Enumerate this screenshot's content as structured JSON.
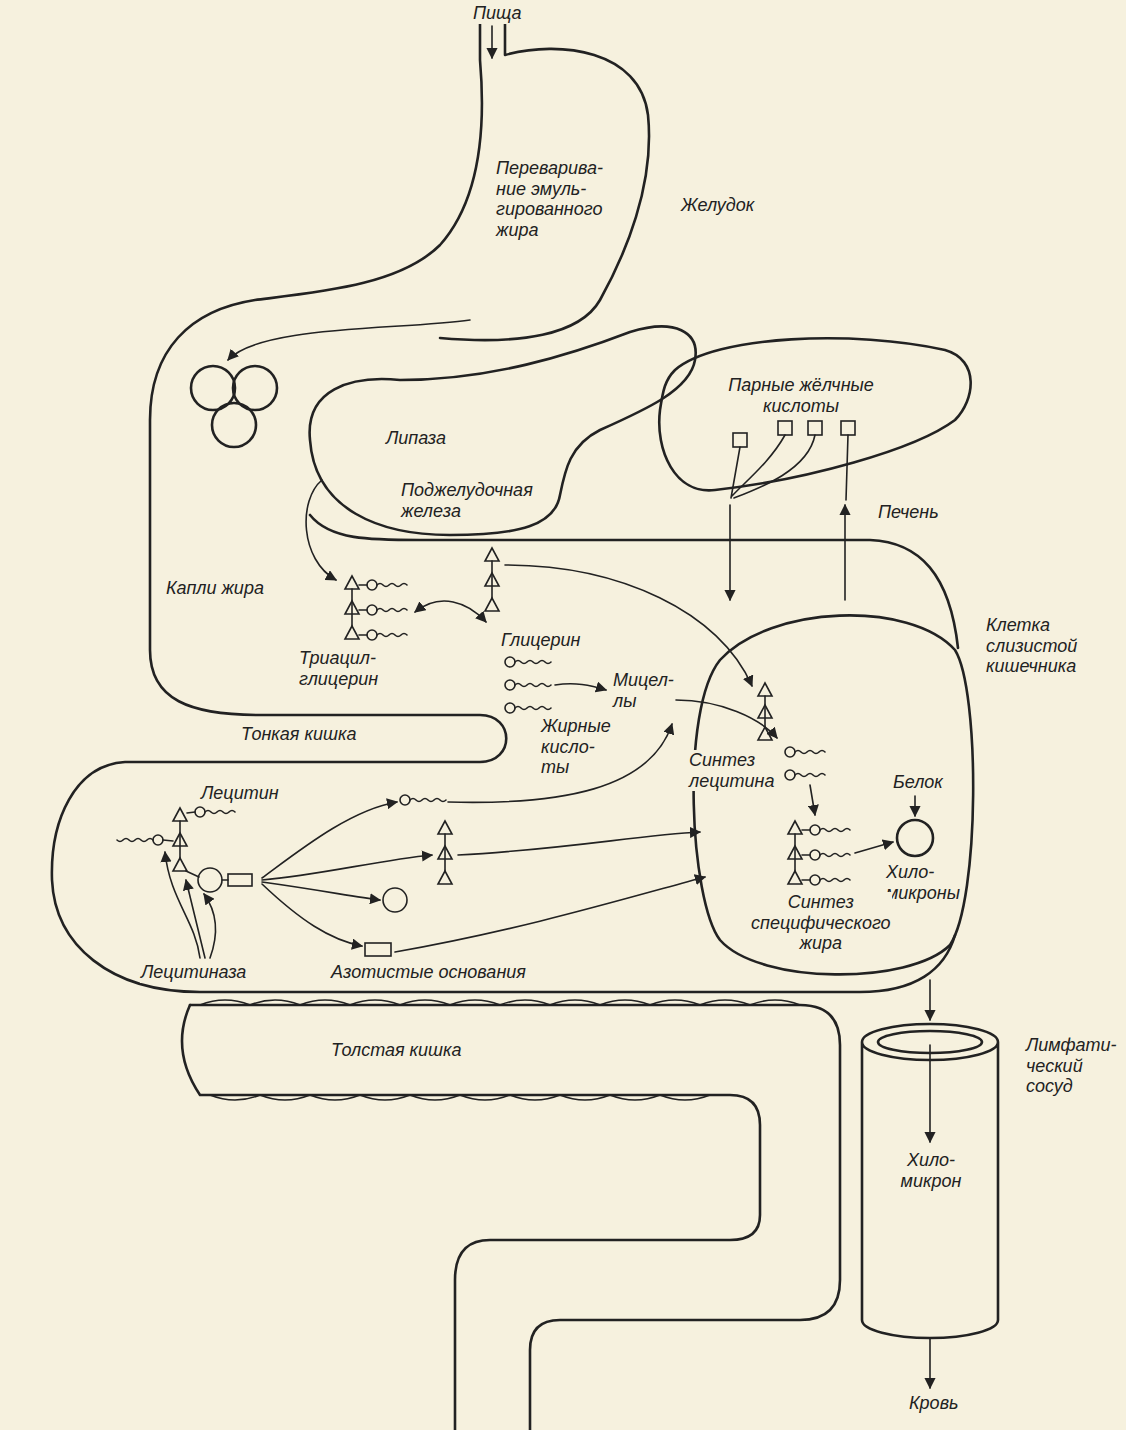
{
  "diagram": {
    "nodes": [
      {
        "text": [
          "Переварива- ние эмуль- гированного жира",
          "Желудок"
        ]
      },
      {
        "text": [
          "Липаза",
          "Поджелудочная железа"
        ]
      },
      {
        "text": [
          "Парные жёлчные кислоты",
          "Печень"
        ]
      },
      {
        "text": [
          "Клетка слизистой кишечника",
          "Синтез лецитина",
          "Белок",
          "Хило- микроны",
          "Синтез специфического жира"
        ]
      },
      {
        "text": [
          "Хило- микрон",
          "Лимфати- ческий сосуд"
        ]
      }
    ],
    "edges": [
      {
        "from": 2,
        "to": 3,
        "arrow": "to"
      },
      {
        "from": 3,
        "to": 2,
        "arrow": "to"
      },
      {
        "from": 3,
        "to": 4,
        "arrow": "to"
      }
    ],
    "labels": [
      "Пища",
      "Капли жира",
      "Триацил- глицерин",
      "Глицерин",
      "Жирные кисло- ты",
      "Мицел- лы",
      "Тонкая кишка",
      "Лецитин",
      "Лецитиназа",
      "Азотистые основания",
      "Толстая кишка",
      "Кровь"
    ]
  }
}
